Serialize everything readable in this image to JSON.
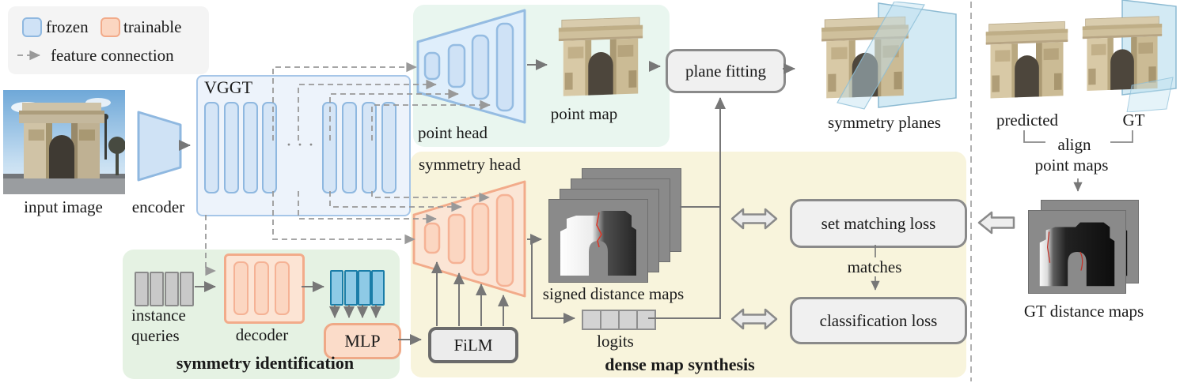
{
  "legend": {
    "frozen": "frozen",
    "trainable": "trainable",
    "feature_connection": "feature connection"
  },
  "backbone": {
    "input_image": "input image",
    "encoder": "encoder",
    "vggt": "VGGT",
    "dots": "· · ·"
  },
  "point_branch": {
    "point_head": "point head",
    "point_map": "point map",
    "plane_fitting": "plane fitting",
    "symmetry_planes": "symmetry planes"
  },
  "identification": {
    "instance_queries": "instance queries",
    "decoder": "decoder",
    "mlp": "MLP",
    "title": "symmetry identification"
  },
  "synthesis": {
    "symmetry_head": "symmetry head",
    "signed_distance_maps": "signed distance maps",
    "logits": "logits",
    "film": "FiLM",
    "set_matching_loss": "set matching loss",
    "matches": "matches",
    "classification_loss": "classification loss",
    "title": "dense map synthesis"
  },
  "supervision": {
    "predicted": "predicted",
    "gt": "GT",
    "align": "align",
    "point_maps": "point maps",
    "gt_distance_maps": "GT distance maps"
  },
  "colors": {
    "frozen_fill": "#cfe2f6",
    "frozen_border": "#8fb8e0",
    "trainable_fill": "#fbd6c1",
    "trainable_border": "#f2ab8a",
    "feature_query_blue": "#8ecae6",
    "feature_query_blue_border": "#1a7da8",
    "panel_green": "#e5f2e3",
    "panel_yellow": "#f8f4dc",
    "panel_mint": "#e9f6ef",
    "arrow_gray": "#777777",
    "dashed_gray": "#999999",
    "distance_map_red": "#d93a2b"
  }
}
